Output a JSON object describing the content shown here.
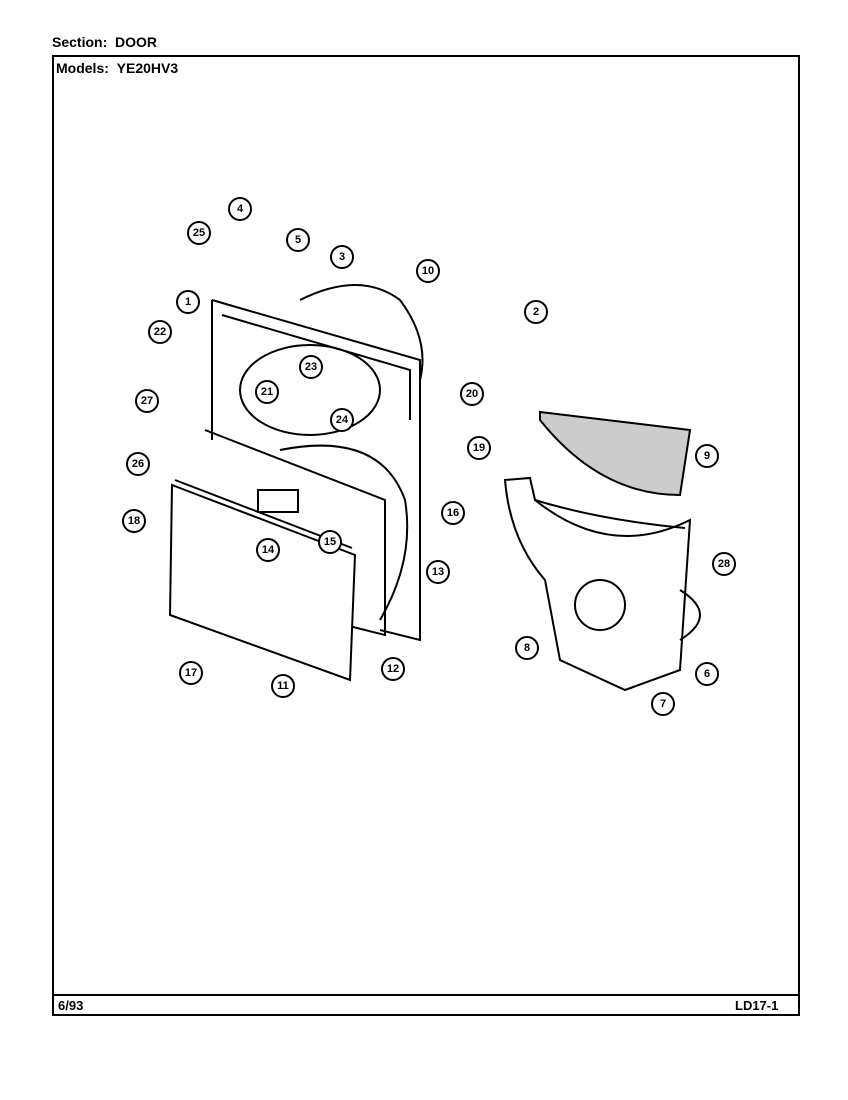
{
  "header": {
    "section_label": "Section:",
    "section_value": "DOOR",
    "models_label": "Models:",
    "models_value": "YE20HV3"
  },
  "footer": {
    "date": "6/93",
    "page_code": "LD17-1"
  },
  "callouts": [
    "1",
    "2",
    "3",
    "4",
    "5",
    "6",
    "7",
    "8",
    "9",
    "10",
    "11",
    "12",
    "13",
    "14",
    "15",
    "16",
    "17",
    "18",
    "19",
    "20",
    "21",
    "22",
    "23",
    "24",
    "25",
    "26",
    "27",
    "28"
  ]
}
